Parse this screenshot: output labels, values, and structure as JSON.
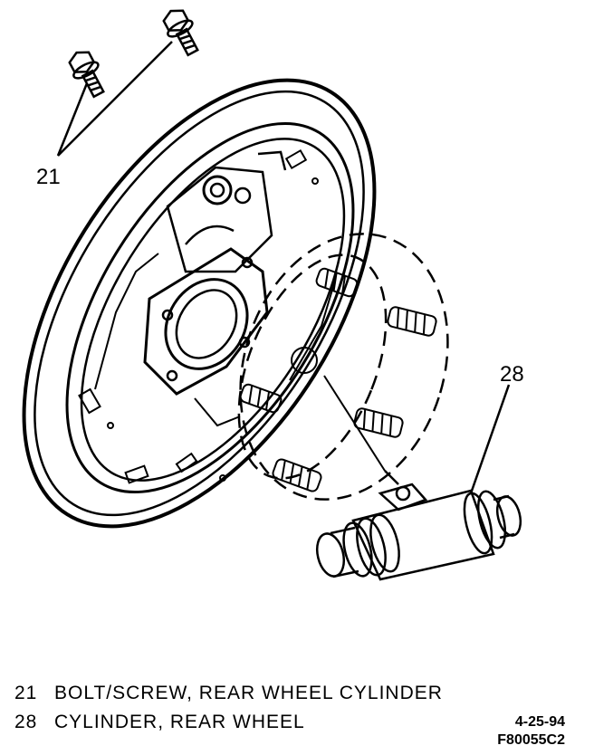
{
  "callouts": {
    "bolt": "21",
    "cylinder": "28"
  },
  "legend": [
    {
      "number": "21",
      "description": "BOLT/SCREW, REAR WHEEL CYLINDER"
    },
    {
      "number": "28",
      "description": "CYLINDER, REAR WHEEL"
    }
  ],
  "stamp": {
    "date": "4-25-94",
    "code": "F80055C2"
  }
}
